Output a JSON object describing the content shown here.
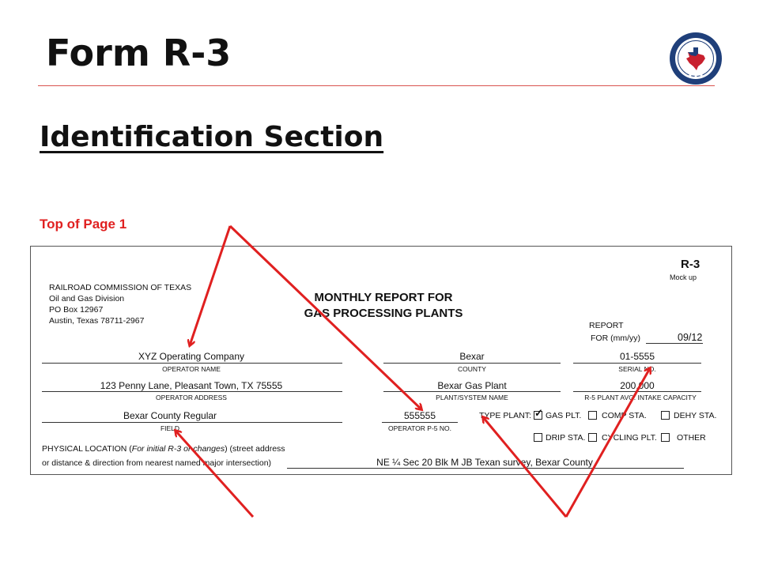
{
  "slide": {
    "title": "Form R-3",
    "section": "Identification Section",
    "top_label": "Top of Page 1",
    "accent_color": "#e02020",
    "seal_icon": "railroad-commission-seal-icon"
  },
  "form": {
    "code": "R-3",
    "code_sub": "Mock up",
    "agency": {
      "line1": "RAILROAD COMMISSION OF TEXAS",
      "line2": "Oil and Gas Division",
      "line3": "PO Box 12967",
      "line4": "Austin, Texas 78711-2967"
    },
    "heading_line1": "MONTHLY REPORT FOR",
    "heading_line2": "GAS PROCESSING PLANTS",
    "report_label1": "REPORT",
    "report_label2": "FOR (mm/yy)",
    "report_for": "09/12",
    "operator_name": "XYZ Operating Company",
    "operator_name_label": "OPERATOR NAME",
    "county": "Bexar",
    "county_label": "COUNTY",
    "serial_no": "01-5555",
    "serial_no_label": "SERIAL NO.",
    "operator_address": "123 Penny Lane, Pleasant Town, TX 75555",
    "operator_address_label": "OPERATOR ADDRESS",
    "plant_name": "Bexar Gas Plant",
    "plant_name_label": "PLANT/SYSTEM NAME",
    "intake_capacity": "200,000",
    "intake_capacity_label": "R-5 PLANT AVG. INTAKE CAPACITY",
    "field": "Bexar County Regular",
    "field_label": "FIELD",
    "operator_p5": "555555",
    "operator_p5_label": "OPERATOR P-5 NO.",
    "type_plant_label": "TYPE PLANT:",
    "plant_types": [
      {
        "label": "GAS PLT.",
        "checked": true,
        "check_mark": "✓"
      },
      {
        "label": "COMP STA.",
        "checked": false,
        "check_mark": ""
      },
      {
        "label": "DEHY STA.",
        "checked": false,
        "check_mark": ""
      },
      {
        "label": "DRIP STA.",
        "checked": false,
        "check_mark": ""
      },
      {
        "label": "CYCLING PLT.",
        "checked": false,
        "check_mark": ""
      },
      {
        "label": "OTHER",
        "checked": false,
        "check_mark": ""
      }
    ],
    "physical_location_label1a": "PHYSICAL LOCATION (",
    "physical_location_label1b": "For initial R-3 or changes",
    "physical_location_label1c": ") (street address",
    "physical_location_label2": "or distance & direction from nearest named major intersection)",
    "physical_location": "NE ¼ Sec 20 Blk M JB Texan survey, Bexar County"
  }
}
